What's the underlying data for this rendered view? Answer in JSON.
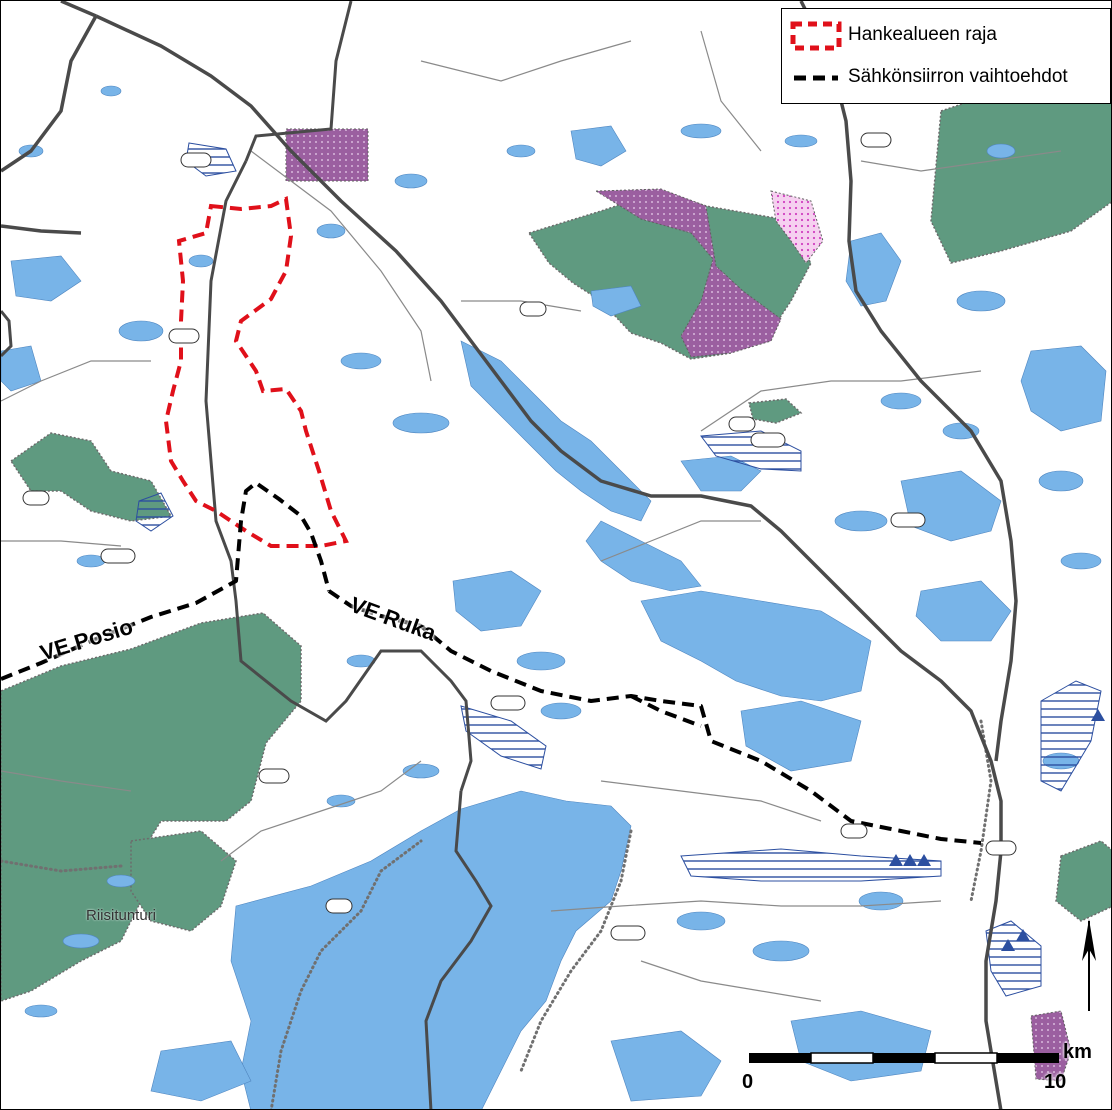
{
  "legend": {
    "items": [
      {
        "label": "Hankealueen raja",
        "symbol": "red-dashed-outline",
        "color": "#e0101a"
      },
      {
        "label": "Sähkönsiirron vaihtoehdot",
        "symbol": "black-dashed-line",
        "color": "#000000"
      }
    ]
  },
  "route_labels": {
    "posio": "VE Posio",
    "ruka": "VE Ruka"
  },
  "place_labels": {
    "riisitunturi": "Riisitunturi"
  },
  "scale_bar": {
    "unit": "km",
    "start": "0",
    "end": "10"
  },
  "colors": {
    "water": "#78b4e8",
    "protected_area": "#5f9a80",
    "purple_area": "#9b5fa0",
    "project_boundary": "#e0101a",
    "transmission_route": "#000000",
    "road": "#4a4a4a",
    "municipal_border": "#555555"
  }
}
